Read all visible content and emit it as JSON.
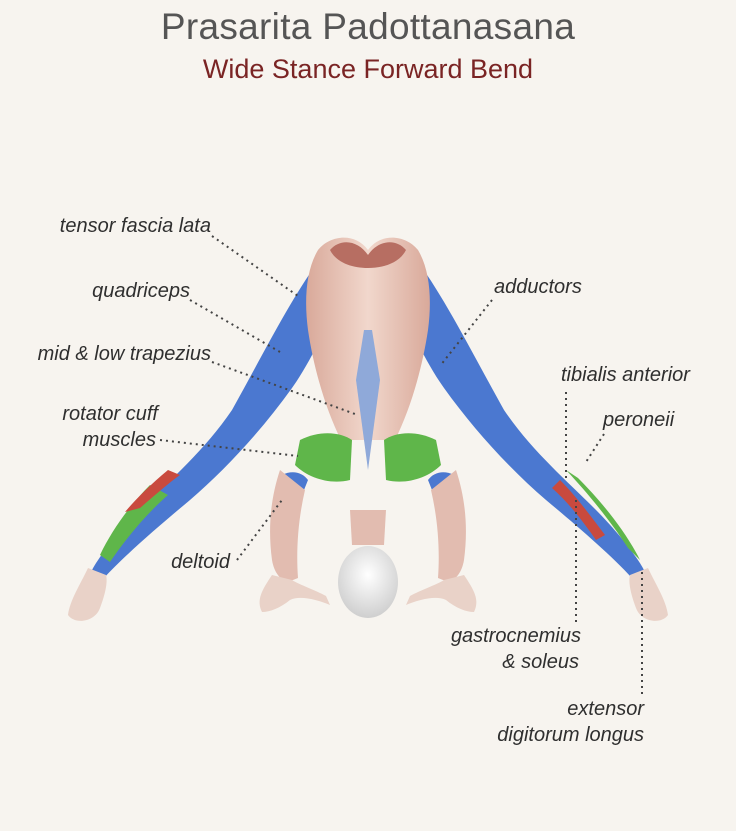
{
  "header": {
    "title": "Prasarita Padottanasana",
    "subtitle": "Wide Stance Forward Bend"
  },
  "labels": {
    "tensor_fascia_lata": "tensor fascia lata",
    "quadriceps": "quadriceps",
    "mid_low_trapezius": "mid & low trapezius",
    "rotator_cuff_1": "rotator cuff",
    "rotator_cuff_2": "muscles",
    "deltoid": "deltoid",
    "adductors": "adductors",
    "tibialis_anterior": "tibialis anterior",
    "peroneii": "peroneii",
    "gastrocnemius_1": "gastrocnemius",
    "gastrocnemius_2": "& soleus",
    "extensor_1": "extensor",
    "extensor_2": "digitorum longus"
  },
  "colors": {
    "blue_muscle": "#4b78d0",
    "green_muscle": "#5fb64a",
    "red_muscle": "#c94a3e",
    "skin": "#e8c4b6",
    "title": "#555555",
    "subtitle": "#7a2424"
  }
}
